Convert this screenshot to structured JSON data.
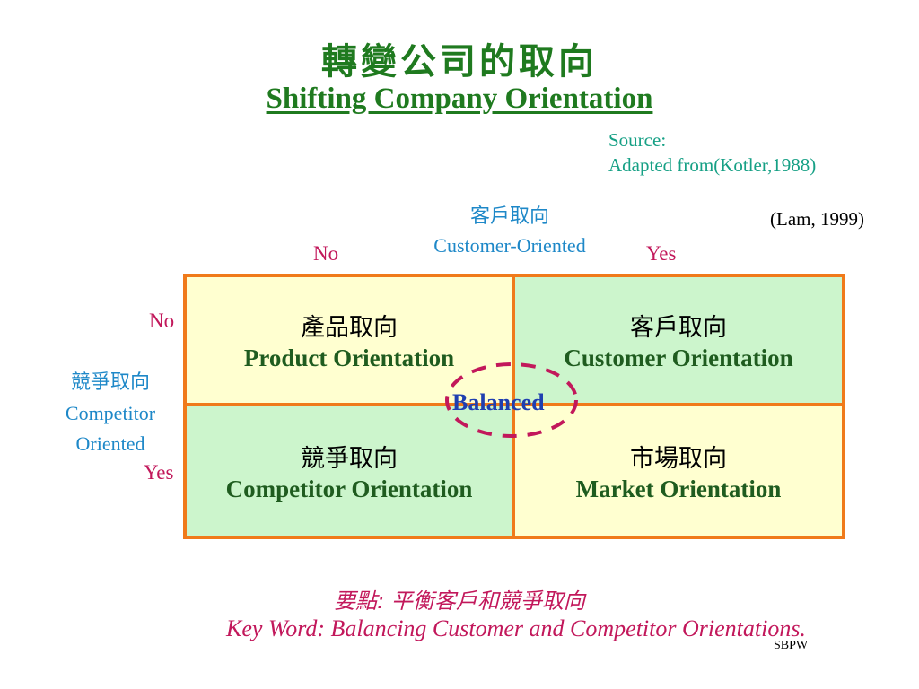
{
  "title": {
    "cn": "轉變公司的取向",
    "en": "Shifting Company Orientation"
  },
  "source": {
    "line1": "Source:",
    "line2": "Adapted from(Kotler,1988)"
  },
  "citation": "(Lam, 1999)",
  "axes": {
    "customer": {
      "cn": "客戶取向",
      "en": "Customer-Oriented",
      "no": "No",
      "yes": "Yes"
    },
    "competitor": {
      "cn": "競爭取向",
      "en_line1": "Competitor",
      "en_line2": "Oriented",
      "no": "No",
      "yes": "Yes"
    }
  },
  "cells": {
    "top_left": {
      "cn": "產品取向",
      "en": "Product Orientation"
    },
    "top_right": {
      "cn": "客戶取向",
      "en": "Customer Orientation"
    },
    "bottom_left": {
      "cn": "競爭取向",
      "en": "Competitor Orientation"
    },
    "bottom_right": {
      "cn": "市場取向",
      "en": "Market Orientation"
    }
  },
  "balanced": "Balanced",
  "keyword": {
    "cn": "要點: 平衡客戶和競爭取向",
    "en": "Key Word:  Balancing Customer and Competitor Orientations."
  },
  "footer": "SBPW",
  "colors": {
    "title": "#1f7a1f",
    "grid_border": "#f07a1a",
    "cell_yellow": "#ffffd0",
    "cell_green": "#ccf5cc",
    "axis_label": "#1e88c8",
    "yes_no": "#c2185b",
    "balanced": "#1f3fb0"
  }
}
